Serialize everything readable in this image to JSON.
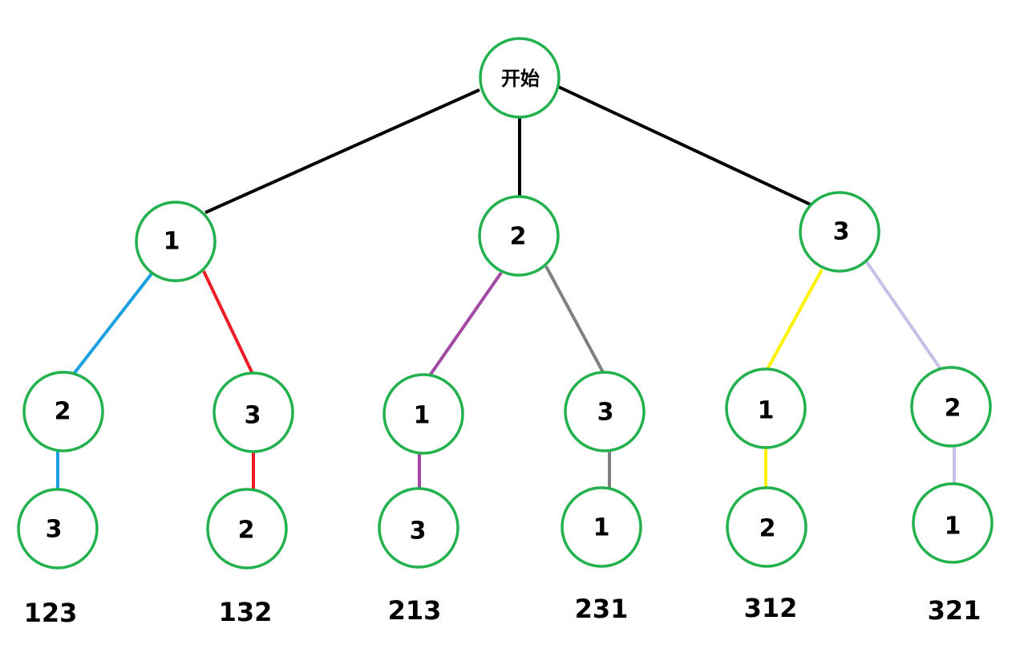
{
  "tree": {
    "root": {
      "label": "开始"
    },
    "level1": [
      {
        "label": "1"
      },
      {
        "label": "2"
      },
      {
        "label": "3"
      }
    ],
    "level2": [
      {
        "label": "2"
      },
      {
        "label": "3"
      },
      {
        "label": "1"
      },
      {
        "label": "3"
      },
      {
        "label": "1"
      },
      {
        "label": "2"
      }
    ],
    "level3": [
      {
        "label": "3"
      },
      {
        "label": "2"
      },
      {
        "label": "3"
      },
      {
        "label": "1"
      },
      {
        "label": "2"
      },
      {
        "label": "1"
      }
    ],
    "results": [
      "123",
      "132",
      "213",
      "231",
      "312",
      "321"
    ]
  },
  "colors": {
    "node_border": "#22b14c",
    "root_edges": "#000000",
    "branch_1_2": "#1ba1e2",
    "branch_1_3": "#ed1c24",
    "branch_2_1": "#a349a4",
    "branch_2_3": "#808080",
    "branch_3_1": "#fff200",
    "branch_3_2": "#c8bfe7"
  }
}
